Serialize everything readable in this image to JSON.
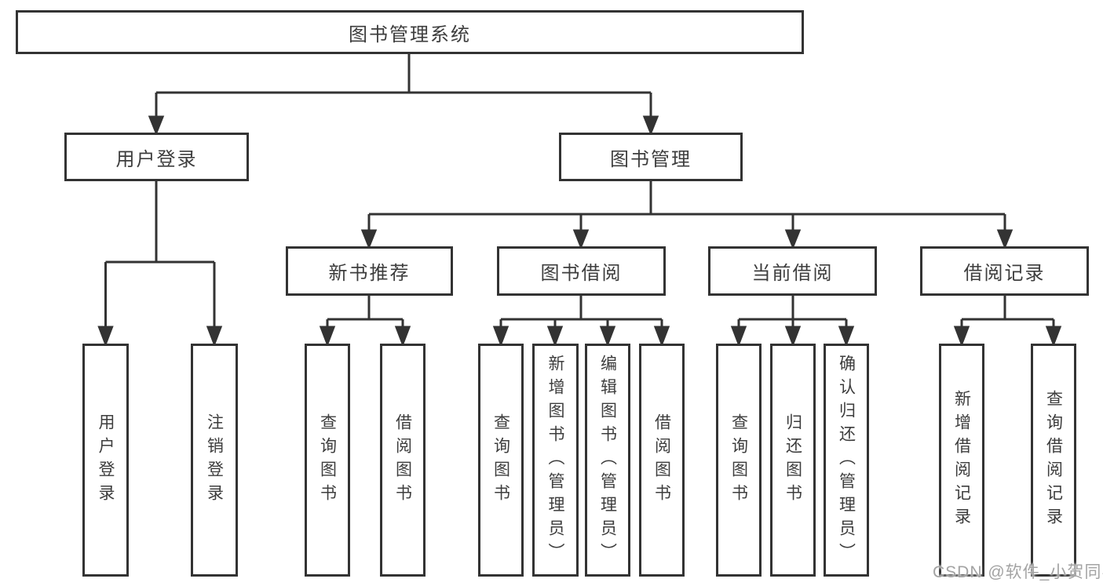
{
  "tree": {
    "root": {
      "label": "图书管理系统"
    },
    "branches": [
      {
        "label": "用户登录",
        "leaves": [
          "用户登录",
          "注销登录"
        ]
      },
      {
        "label": "图书管理",
        "groups": [
          {
            "label": "新书推荐",
            "leaves": [
              "查询图书",
              "借阅图书"
            ]
          },
          {
            "label": "图书借阅",
            "leaves": [
              "查询图书",
              "新增图书（管理员）",
              "编辑图书（管理员）",
              "借阅图书"
            ]
          },
          {
            "label": "当前借阅",
            "leaves": [
              "查询图书",
              "归还图书",
              "确认归还（管理员）"
            ]
          },
          {
            "label": "借阅记录",
            "leaves": [
              "新增借阅记录",
              "查询借阅记录"
            ]
          }
        ]
      }
    ]
  },
  "watermark": "CSDN @软件_小贺同学",
  "colors": {
    "line": "#333333",
    "box_border": "#333333",
    "text": "#3d3d3d",
    "watermark_text": "#a3a3a3",
    "background": "#ffffff"
  }
}
